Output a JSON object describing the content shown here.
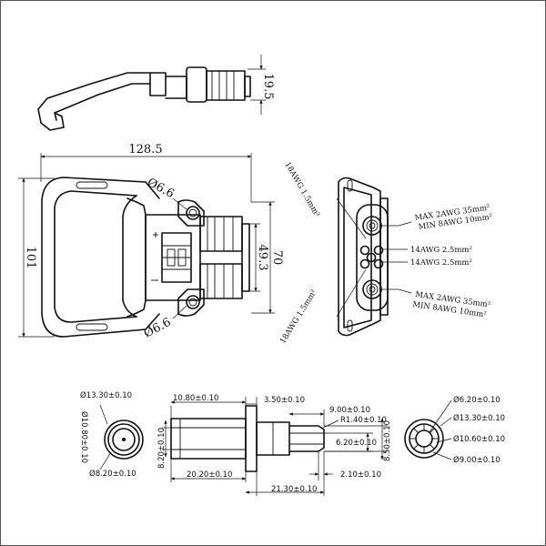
{
  "top_view": {
    "height_dim": "19.5"
  },
  "front_view": {
    "width_dim": "128.5",
    "height_dim": "101",
    "hole_top": "Ø6.6",
    "hole_bottom": "Ø6.6",
    "inner_dim_1": "49.3",
    "inner_dim_2": "70"
  },
  "side_view": {
    "label_18awg_top": "18AWG 1.5mm²",
    "label_18awg_bottom": "18AWG 1.5mm²",
    "label_max_top": "MAX 2AWG 35mm²",
    "label_min_top": "MIN 8AWG 10mm²",
    "label_14awg_1": "14AWG 2.5mm²",
    "label_14awg_2": "14AWG 2.5mm²",
    "label_max_bottom": "MAX 2AWG 35mm²",
    "label_min_bottom": "MIN 8AWG 10mm²"
  },
  "bottom_left": {
    "d_outer": "Ø13.30±0.10",
    "d_mid": "Ø10.80±0.10",
    "d_inner": "Ø8.20±0.10"
  },
  "bottom_middle": {
    "d1": "10.80±0.10",
    "d2": "3.50±0.10",
    "d3": "9.00±0.10",
    "d4": "R1.40±0.10",
    "d5": "6.20±0.10",
    "d6": "8.50±0.10",
    "d7": "8.20±0.10",
    "d8": "20.20±0.10",
    "d9": "2.10±0.10",
    "d10": "21.30±0.10"
  },
  "bottom_right": {
    "d1": "Ø6.20±0.10",
    "d2": "Ø13.30±0.10",
    "d3": "Ø10.60±0.10",
    "d4": "Ø9.00±0.10"
  }
}
